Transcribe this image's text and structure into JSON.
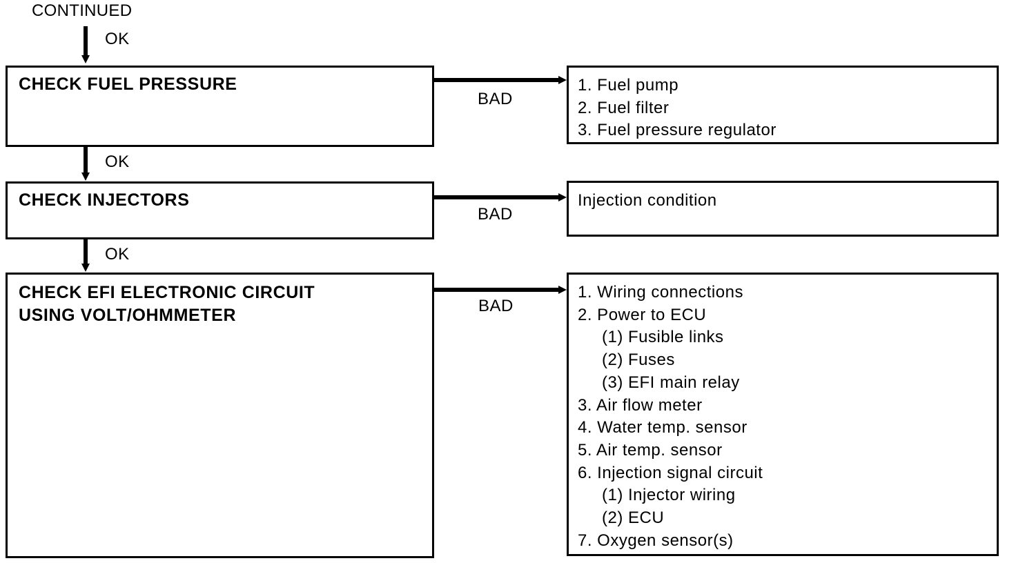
{
  "continued_label": "CONTINUED",
  "ok_labels": [
    "OK",
    "OK",
    "OK"
  ],
  "steps": [
    {
      "title_lines": [
        "CHECK FUEL PRESSURE"
      ],
      "bad_label": "BAD",
      "result_items": [
        {
          "text": "1. Fuel pump",
          "level": 0
        },
        {
          "text": "2. Fuel filter",
          "level": 0
        },
        {
          "text": "3. Fuel pressure regulator",
          "level": 0
        }
      ]
    },
    {
      "title_lines": [
        "CHECK INJECTORS"
      ],
      "bad_label": "BAD",
      "result_items": [
        {
          "text": "Injection condition",
          "level": 0
        }
      ]
    },
    {
      "title_lines": [
        "CHECK EFI ELECTRONIC CIRCUIT",
        "USING VOLT/OHMMETER"
      ],
      "bad_label": "BAD",
      "result_items": [
        {
          "text": "1. Wiring connections",
          "level": 0
        },
        {
          "text": "2. Power to ECU",
          "level": 0
        },
        {
          "text": "(1) Fusible links",
          "level": 1
        },
        {
          "text": "(2) Fuses",
          "level": 1
        },
        {
          "text": "(3) EFI main relay",
          "level": 1
        },
        {
          "text": "3. Air flow meter",
          "level": 0
        },
        {
          "text": "4. Water temp. sensor",
          "level": 0
        },
        {
          "text": "5. Air temp. sensor",
          "level": 0
        },
        {
          "text": "6. Injection signal circuit",
          "level": 0
        },
        {
          "text": "(1) Injector wiring",
          "level": 1
        },
        {
          "text": "(2) ECU",
          "level": 1
        },
        {
          "text": "7. Oxygen sensor(s)",
          "level": 0
        }
      ]
    }
  ]
}
